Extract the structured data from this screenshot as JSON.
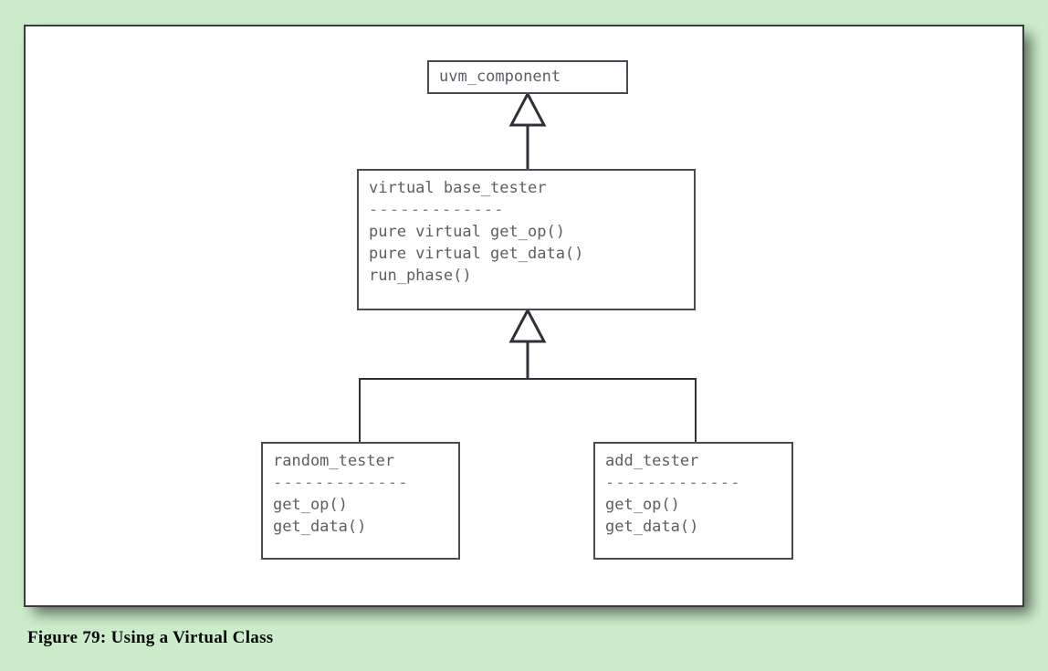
{
  "figure": {
    "caption": "Figure 79: Using a Virtual Class",
    "background_color": "#cceccb",
    "panel_color": "#ffffff",
    "border_color": "#3a3a42"
  },
  "diagram": {
    "type": "uml-class-diagram",
    "relationship": "generalization",
    "classes": [
      {
        "id": "uvm_component",
        "title": "uvm_component",
        "separator": "",
        "members": []
      },
      {
        "id": "base_tester",
        "title": "virtual base_tester",
        "separator": "-------------",
        "members": [
          "pure virtual get_op()",
          "pure virtual get_data()",
          "run_phase()"
        ]
      },
      {
        "id": "random_tester",
        "title": "random_tester",
        "separator": "-------------",
        "members": [
          "get_op()",
          "get_data()"
        ]
      },
      {
        "id": "add_tester",
        "title": "add_tester",
        "separator": "-------------",
        "members": [
          "get_op()",
          "get_data()"
        ]
      }
    ],
    "edges": [
      {
        "from": "base_tester",
        "to": "uvm_component",
        "kind": "inheritance"
      },
      {
        "from": "random_tester",
        "to": "base_tester",
        "kind": "inheritance"
      },
      {
        "from": "add_tester",
        "to": "base_tester",
        "kind": "inheritance"
      }
    ]
  }
}
